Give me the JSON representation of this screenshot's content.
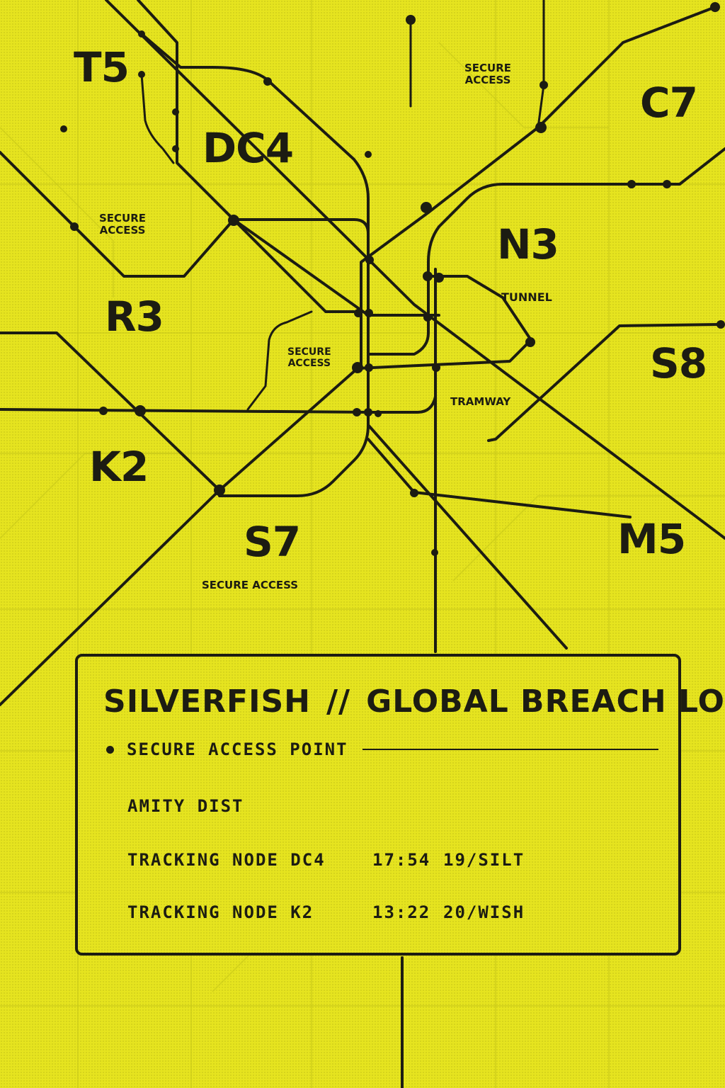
{
  "map": {
    "zones": [
      "T5",
      "DC4",
      "C7",
      "N3",
      "R3",
      "S8",
      "K2",
      "S7",
      "M5"
    ],
    "annotations": {
      "secure_access": "SECURE\nACCESS",
      "secure_access_inline": "SECURE ACCESS",
      "tunnel": "TUNNEL",
      "tramway": "TRAMWAY"
    },
    "colors": {
      "background": "#e6e41f",
      "ink": "#1c1c12"
    }
  },
  "panel": {
    "brand": "SILVERFISH",
    "separator": "//",
    "title": "GLOBAL BREACH LOG",
    "legend_icon": "filled-dot-icon",
    "legend_label": "SECURE ACCESS POINT",
    "district": "AMITY DIST",
    "entries": [
      {
        "node": "TRACKING NODE DC4",
        "time": "17:54",
        "code": "19/SILT"
      },
      {
        "node": "TRACKING NODE K2",
        "time": "13:22",
        "code": "20/WISH"
      }
    ]
  }
}
